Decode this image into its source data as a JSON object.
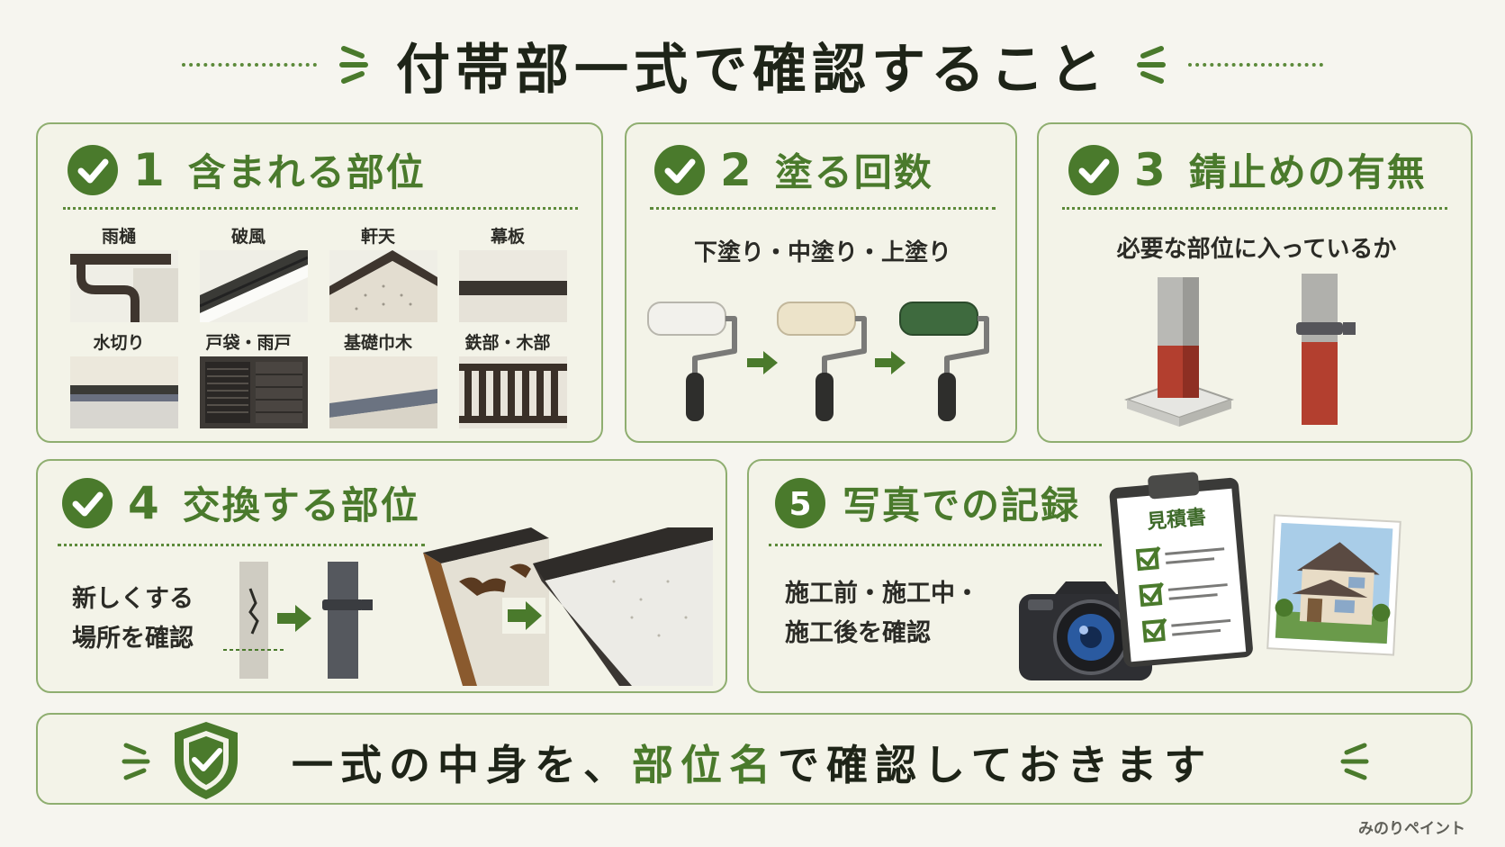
{
  "title": "付帯部一式で確認すること",
  "cards": {
    "c1": {
      "num": "1",
      "title": "含まれる部位",
      "parts": [
        "雨樋",
        "破風",
        "軒天",
        "幕板",
        "水切り",
        "戸袋・雨戸",
        "基礎巾木",
        "鉄部・木部"
      ]
    },
    "c2": {
      "num": "2",
      "title": "塗る回数",
      "subtitle": "下塗り・中塗り・上塗り"
    },
    "c3": {
      "num": "3",
      "title": "錆止めの有無",
      "subtitle": "必要な部位に入っているか"
    },
    "c4": {
      "num": "4",
      "title": "交換する部位",
      "line1": "新しくする",
      "line2": "場所を確認"
    },
    "c5": {
      "num": "5",
      "title": "写真での記録",
      "line1": "施工前・施工中・",
      "line2": "施工後を確認",
      "doc_title": "見積書"
    }
  },
  "footer": {
    "part1": "一式の中身を、",
    "highlight": "部位名",
    "part2": "で確認しておきます"
  },
  "brand": "みのりペイント",
  "colors": {
    "accent": "#4a7a2c",
    "border": "#8fae70",
    "background": "#f6f5ef",
    "card": "#f3f3e8"
  },
  "icons": [
    "check-circle-icon",
    "paint-roller-icon",
    "arrow-right-icon",
    "camera-icon",
    "clipboard-icon",
    "shield-check-icon",
    "house-photo-icon"
  ]
}
